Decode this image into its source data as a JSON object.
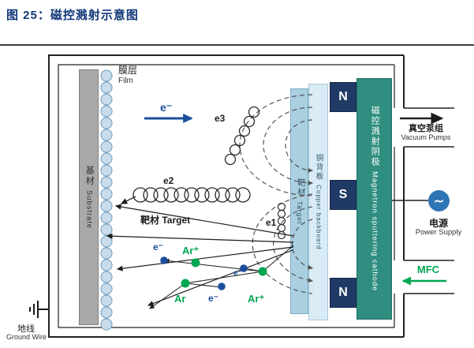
{
  "title": "图 25：磁控溅射示意图",
  "diagram": {
    "film": {
      "cn": "膜层",
      "en": "Film"
    },
    "substrate": {
      "cn": "基材",
      "en": "Substrate"
    },
    "electron_beam": "e⁻",
    "e1": "e1",
    "e2": "e2",
    "e3": "e3",
    "target_pointer": "靶材 Target",
    "particles": {
      "ar_plus_a": "Ar⁺",
      "electron_a": "e⁻",
      "ar_neutral": "Ar",
      "electron_b": "e⁻",
      "ar_plus_b": "Ar⁺",
      "electron_c": "e⁻"
    },
    "target_bar": {
      "cn": "靶材",
      "en": "Target"
    },
    "copper_backboard": {
      "cn": "铜背板",
      "en": "Copper backboard"
    },
    "cathode": {
      "cn": "磁控溅射阴极",
      "en": "Magnetron sputtering cathode"
    },
    "magnets": {
      "top": "N",
      "middle": "S",
      "bottom": "N"
    }
  },
  "external": {
    "vacuum_pumps": {
      "cn": "真空泵组",
      "en": "Vacuum Pumps"
    },
    "power_supply": {
      "cn": "电源",
      "en": "Power Supply",
      "symbol": "∼"
    },
    "mfc_label": "MFC",
    "ground": {
      "cn": "地线",
      "en": "Ground Wire"
    }
  },
  "colors": {
    "title_navy": "#12387a",
    "electron_blue": "#1b4f9c",
    "argon_green": "#00a651",
    "target_blue": "#aacfe1",
    "copper_blue": "#d9ebf4",
    "cathode_teal": "#2f8e80",
    "magnet_navy": "#203a66",
    "power_blue": "#2e75b6",
    "substrate_gray": "#a9a9a9",
    "film_ball_blue": "#c9dcec"
  }
}
